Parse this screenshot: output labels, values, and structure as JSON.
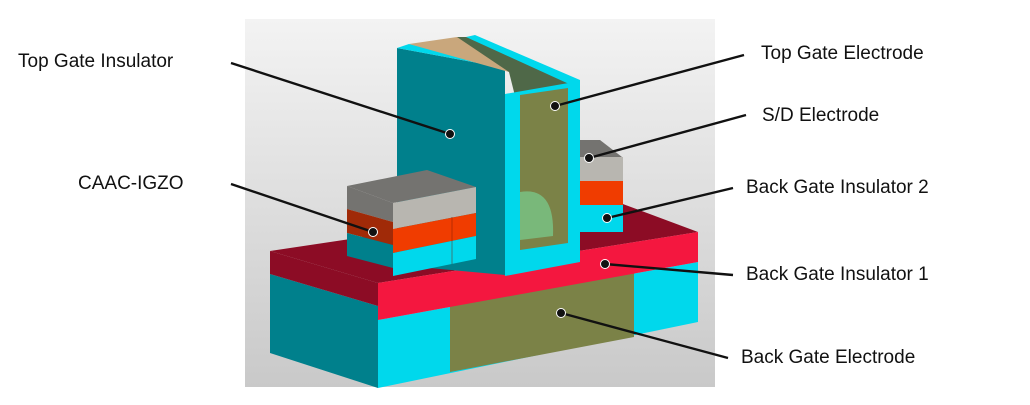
{
  "figure": {
    "type": "3D device structure diagram",
    "subject": "Dual-gate CAAC-IGZO transistor"
  },
  "labels": {
    "top_gate_insulator": "Top Gate Insulator",
    "caac_igzo": "CAAC-IGZO",
    "top_gate_electrode": "Top Gate Electrode",
    "sd_electrode": "S/D Electrode",
    "back_gate_insulator_2": "Back Gate Insulator 2",
    "back_gate_insulator_1": "Back Gate Insulator 1",
    "back_gate_electrode": "Back Gate Electrode"
  },
  "colors": {
    "background_panel": "#e2e2e2",
    "insulator_cyan": "#00d8ec",
    "insulator_teal_dark": "#00808c",
    "gate_electrode_olive": "#7b8247",
    "gate_electrode_top_face": "#4f6848",
    "gate_electrode_tan": "#c9a77c",
    "channel_orange": "#f03c00",
    "channel_dark": "#a02a08",
    "sd_gray_top": "#747370",
    "sd_gray_front": "#b8b6b0",
    "back_insulator_red": "#f4173f",
    "back_insulator_dark": "#8c0c25",
    "green_arch": "#79b87a"
  }
}
